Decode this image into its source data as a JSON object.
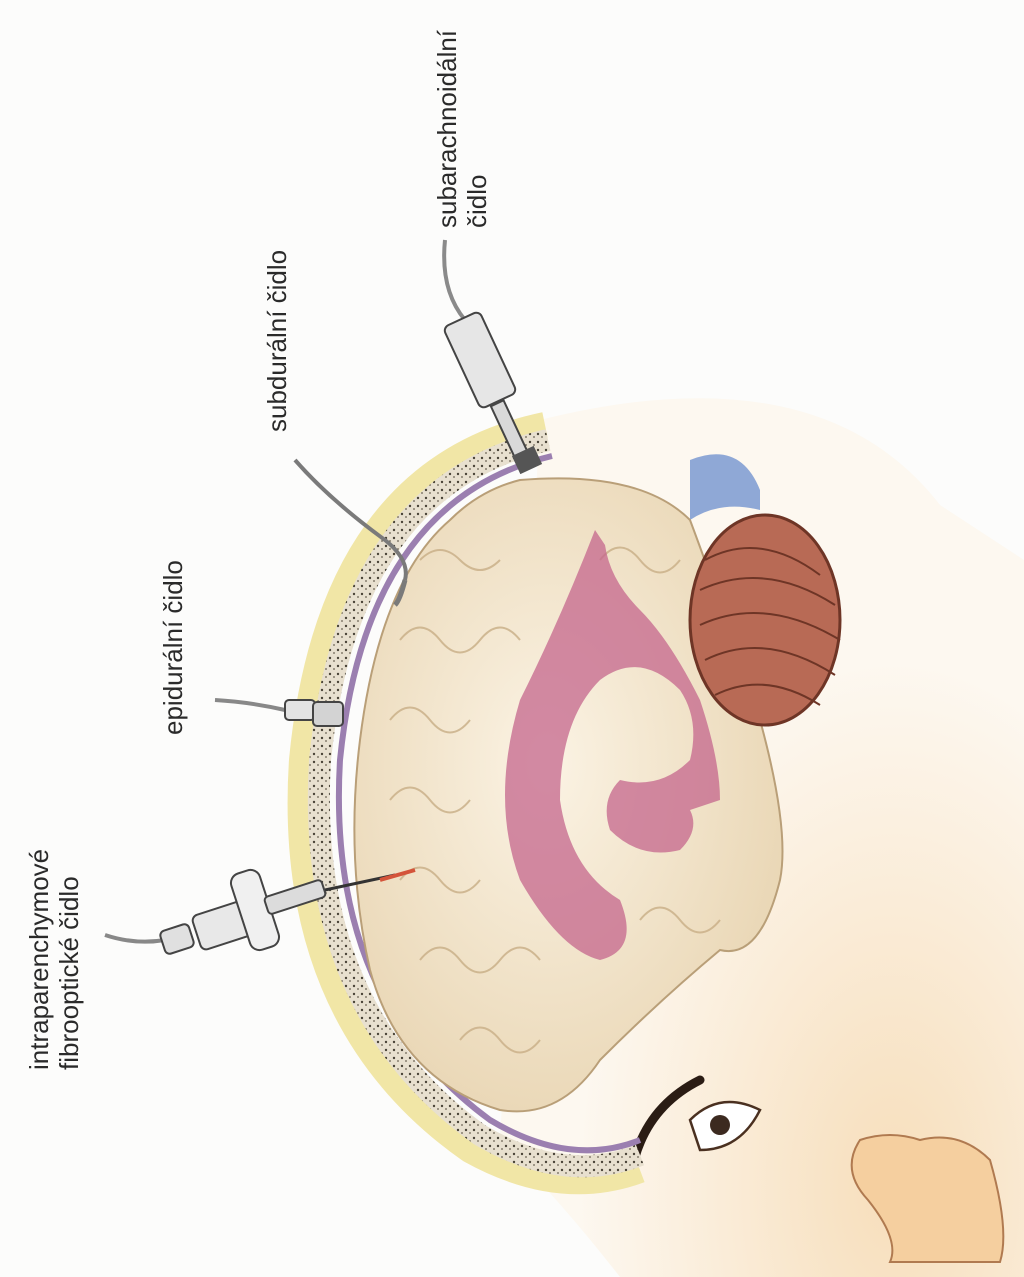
{
  "labels": {
    "subarachnoid": [
      "subarachnoidální",
      "čidlo"
    ],
    "subdural": "subdurální čidlo",
    "epidural": "epidurální čidlo",
    "intraparenchymal": [
      "intraparenchymové",
      "fibrooptické čidlo"
    ]
  }
}
